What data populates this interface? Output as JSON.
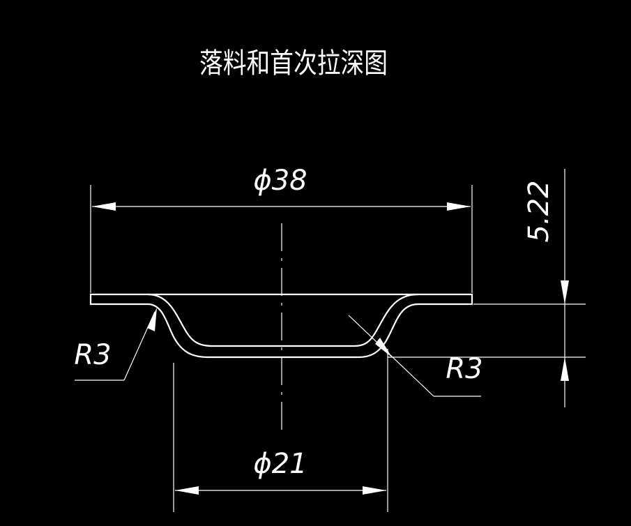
{
  "title": "落料和首次拉深图",
  "dimensions": {
    "outer_diameter": "ϕ38",
    "inner_diameter": "ϕ21",
    "height": "5.22",
    "radius_left": "R3",
    "radius_right": "R3"
  }
}
